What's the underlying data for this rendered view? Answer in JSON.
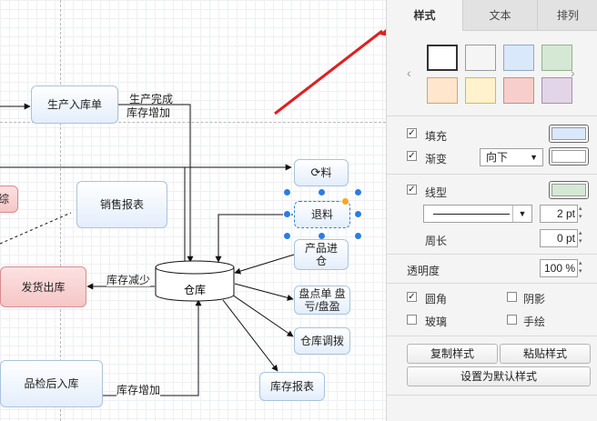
{
  "canvas": {
    "nodes": {
      "production_in": "生产入库单",
      "sales_report": "销售报表",
      "partial_left": "综",
      "ship_out": "发货出库",
      "warehouse": "仓库",
      "receive_partial": "料",
      "return_material": "退料",
      "product_in": "产品进仓",
      "inventory_check": "盘点单 盘亏/盘盈",
      "warehouse_transfer": "仓库调拨",
      "inspected_in": "品检后入库",
      "inventory_report": "库存报表"
    },
    "labels": {
      "production_done": "生产完成",
      "stock_increase_1": "库存增加",
      "stock_decrease": "库存减少",
      "stock_increase_2": "库存增加"
    }
  },
  "panel": {
    "tabs": [
      "样式",
      "文本",
      "排列"
    ],
    "active_tab": "样式",
    "swatches": [
      "#ffffff",
      "#f5f5f5",
      "#dae8fc",
      "#d5e8d4",
      "#ffe6cc",
      "#fff2cc",
      "#f8cecc",
      "#e1d5e7"
    ],
    "fill": {
      "label": "填充",
      "checked": true,
      "color": "#dae8fc"
    },
    "gradient": {
      "label": "渐变",
      "checked": true,
      "direction": "向下",
      "color": "#ffffff"
    },
    "line": {
      "label": "线型",
      "checked": true,
      "color": "#d5e8d4",
      "width": "2 pt"
    },
    "perimeter": {
      "label": "周长",
      "value": "0 pt"
    },
    "opacity": {
      "label": "透明度",
      "value": "100 %"
    },
    "options": [
      {
        "label": "圆角",
        "checked": true
      },
      {
        "label": "阴影",
        "checked": false
      },
      {
        "label": "玻璃",
        "checked": false
      },
      {
        "label": "手绘",
        "checked": false
      }
    ],
    "buttons": {
      "copy_style": "复制样式",
      "paste_style": "粘贴样式",
      "set_default": "设置为默认样式"
    }
  }
}
